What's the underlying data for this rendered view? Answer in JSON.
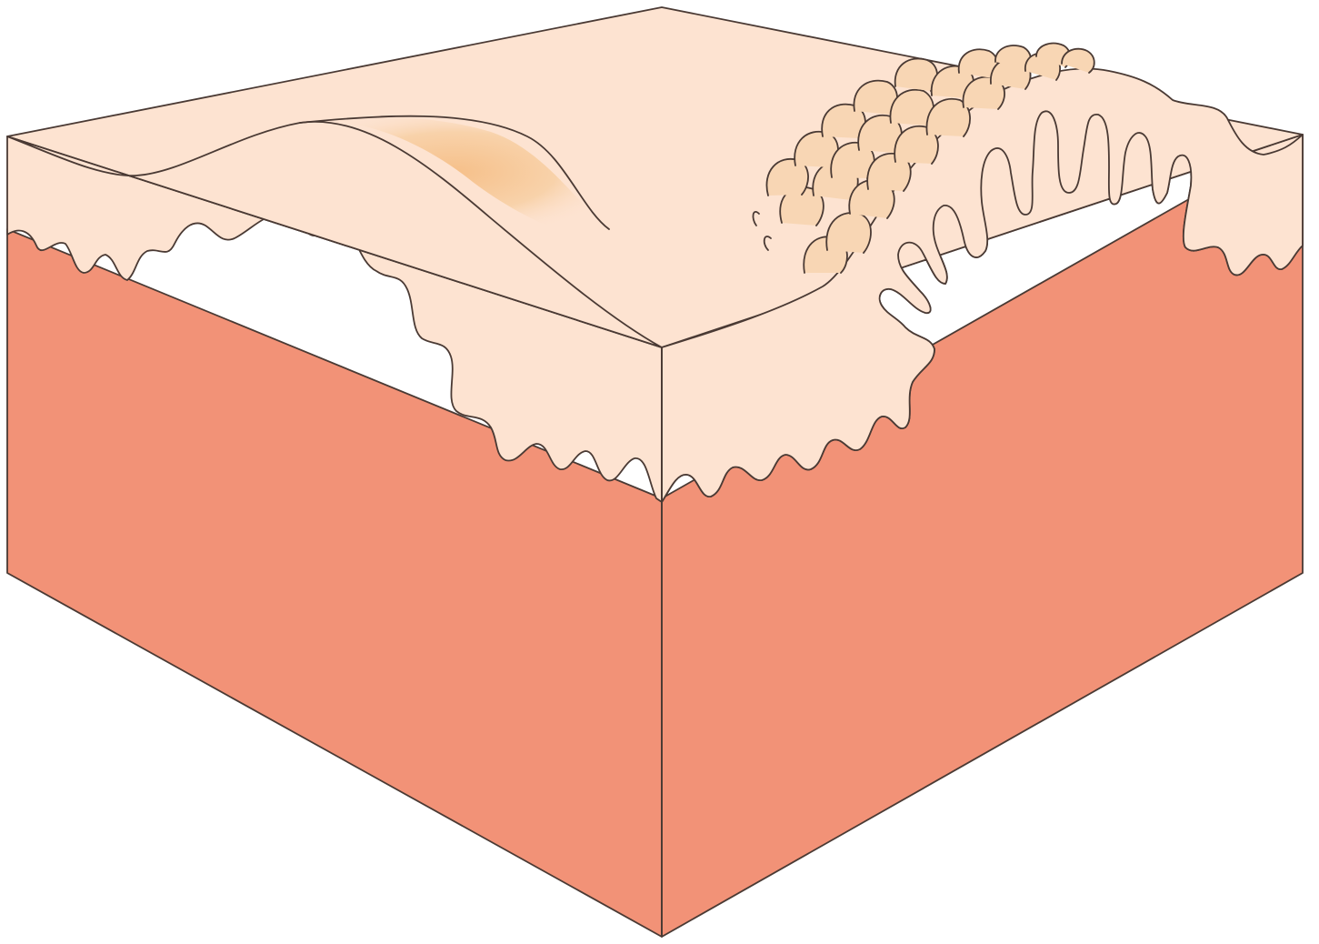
{
  "colors": {
    "background": "#ffffff",
    "dermis": "#f29277",
    "epidermis": "#fde3d1",
    "pigment_patch": "#f7c894",
    "scale": "#f8d6b4",
    "outline": "#4a3a34"
  },
  "diagram": {
    "subject": "skin-block-cross-section",
    "layers": [
      "epidermis",
      "dermis"
    ],
    "surface_features": [
      "flat-raised-lesion",
      "papillomatous-scaly-lesion"
    ]
  }
}
